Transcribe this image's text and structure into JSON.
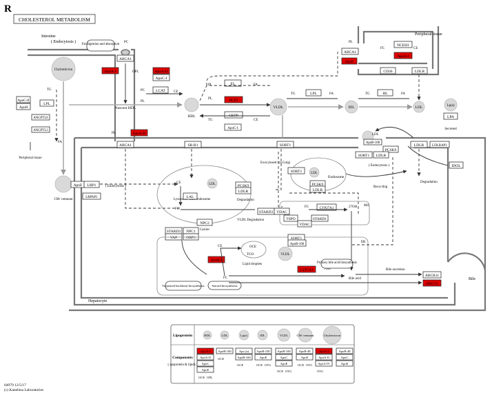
{
  "header": {
    "letter": "R",
    "title": "CHOLESTEROL METABOLISM"
  },
  "footer": {
    "id": "04979 12/5/17",
    "copyright": "(c) Kanehisa Laboratories"
  },
  "colors": {
    "highlight": "#e00000",
    "box_stroke": "#333333",
    "particle_fill": "#d9d9d9",
    "membrane": "#777777"
  },
  "compartments": {
    "intestine": "Intestine",
    "peripheral": "Peripheral tissue",
    "peripheral2": "Peripheral tissue",
    "hepatocyte": "Hepatocyte",
    "mit": "Mit",
    "er": "ER",
    "bile": "Bile",
    "lysosome": "Lysosome/ Late endosome",
    "endosome": "Endosome",
    "lipid_droplets": "Lipid droplets",
    "degradation": "Degradation",
    "degradation2": "Degradation",
    "degradation3": "Degradation",
    "secreted": "Secreted",
    "recycling": "Recycling",
    "bile_secretion": "Bile secretion"
  },
  "labels": {
    "endocytosis1": "( Endocytosis )",
    "endocytosis2": "( Endocytosis )",
    "endocytosis3": "( Endocytosis )",
    "fat_digestion": "Fat digestion and absorption",
    "nascent_hdl": "Nascent HDL",
    "chylomicron": "Chylomicron",
    "cm_remnant": "CM- remnant",
    "exocytosis_golgi": "Exocytosed via Golgi",
    "carrier": "Carrier",
    "vldl_degradation": "VLDL Degradation",
    "terpenoid": "Terpenoid backbone biosynthesis",
    "steroid": "Steroid biosynthesis",
    "primary_bile": "Primary bile acid biosynthesis",
    "bile_acid": "Bile acid"
  },
  "molecules": {
    "pc": "PC",
    "pl": "PL",
    "opl": "OPL",
    "tg": "TG",
    "fa": "FA",
    "ce": "CE",
    "fc": "FC",
    "tgo": "TGO",
    "oce": "OCE",
    "twenty7oh": "27OH",
    "sevenOh": "7OH"
  },
  "particles": {
    "hdl": "HDL",
    "ldl": "LDL",
    "vldl": "VLDL",
    "idl": "IDL",
    "lpa": "Lp(a)",
    "ldl2": "LDL",
    "ldl3": "LDL",
    "vldl2": "VLDL"
  },
  "genes": {
    "abca1_a": "ABCA1",
    "apoa1_a": "ApoA-I",
    "apoa2_a": "ApoA-II",
    "apoc1_a": "ApoC-I",
    "lcat": "LCAT",
    "apoc2": "ApoC-II",
    "apoh": "ApoH",
    "lpl_a": "LPL",
    "angptl8": "ANGPTL8",
    "angptl3": "ANGPTL3",
    "pltp": "PLTP",
    "cetp": "CETP",
    "apoc1_b": "ApoC-I",
    "apoa2_b": "ApoA-II",
    "abca1_b": "ABCA1",
    "srb1": "SR-B1",
    "sort1_a": "SORT1",
    "ldlr_a": "LDLR",
    "lrpap1": "LRPAP1",
    "abca1_c": "ABCA1",
    "apoe_red": "ApoE",
    "ncemb": "NCEH1",
    "apoa1_red2": "ApoA-I",
    "cd36": "CD36",
    "ldlr_b": "LDLR",
    "el": "EL",
    "lpl_b": "LPL",
    "hl": "HL",
    "lpa": "LPA",
    "apob100": "ApoB-100",
    "pcsk9_a": "PCSK9",
    "sort1_b": "SORT1",
    "ldlr_c": "LDLR",
    "ldlr_d": "LDLR",
    "ldlrap1": "LDLRAP1",
    "idol": "IDOL",
    "sort1_c": "SORT1",
    "pcsk9_b": "PCSK9",
    "ldlr_e": "LDLR",
    "apoe": "ApoE",
    "lrp1": "LRP1",
    "lrpap1_b": "LRPAP1",
    "pcsk9_c": "PCSK9",
    "ldlr_f": "LDLR",
    "lal": "LAL",
    "npc2": "NPC2",
    "stard3": "STARD3",
    "vap": "VAP",
    "npc1": "NPC1",
    "orp5": "ORP5",
    "stard3_b": "STARD3",
    "vdac": "VDAC",
    "tspo": "TSPO",
    "stard1": "STARD1",
    "cyp27a1": "CYP27A1",
    "vdac_b": "VDAC",
    "sort1_d": "SORT1",
    "apob100_b": "ApoB-100",
    "soat2": "SOAT2",
    "cyp7a1": "CYP7A1",
    "abcb11": "ABCB11",
    "abcg5": "ABCG5"
  },
  "legend": {
    "row1_label": "Lipoprotein",
    "row2_label": "Components",
    "row2_sub": "( apoprotein & lipids )",
    "particles": [
      "HDL",
      "LDL",
      "Lp(a)",
      "IDL",
      "VLDL",
      "CM- remnant",
      "Chylomicron"
    ],
    "components": [
      {
        "items": [
          "ApoA-I",
          "ApoA-II",
          "ApoC",
          "ApoE"
        ],
        "red": [
          0
        ],
        "lipids": [
          "OCE",
          "OPL"
        ]
      },
      {
        "items": [
          "ApoB-100"
        ],
        "red": [],
        "lipids": [
          "OCE"
        ]
      },
      {
        "items": [
          "Apo (a)",
          "ApoB-100"
        ],
        "red": [],
        "lipids": [
          "OCE"
        ]
      },
      {
        "items": [
          "ApoB-100",
          "ApoE"
        ],
        "red": [],
        "lipids": [
          "OCE",
          "OTG"
        ]
      },
      {
        "items": [
          "ApoB-100",
          "ApoC",
          "ApoE"
        ],
        "red": [],
        "lipids": [
          "OCE",
          "OTG"
        ]
      },
      {
        "items": [
          "ApoB-48",
          "ApoE"
        ],
        "red": [],
        "lipids": [
          "OCE",
          "OTG"
        ]
      },
      {
        "items": [
          "ApoA-I",
          "ApoA-II",
          "ApoA-IV"
        ],
        "red": [
          0
        ],
        "lipids": [
          "OTG"
        ]
      },
      {
        "items": [
          "ApoB-48",
          "ApoC",
          "ApoE"
        ],
        "red": [],
        "lipids": []
      }
    ]
  }
}
